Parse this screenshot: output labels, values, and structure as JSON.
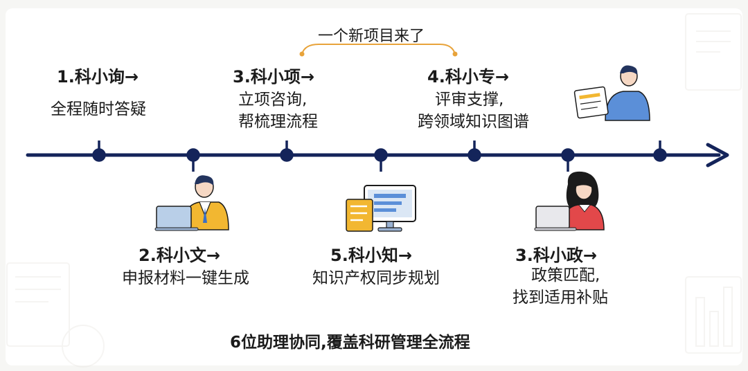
{
  "headline": "一个新项目来了",
  "footer": "6位助理协同,覆盖科研管理全流程",
  "assistants": [
    {
      "title": "1.科小询→",
      "desc": [
        "全程随时答疑"
      ]
    },
    {
      "title": "2.科小文→",
      "desc": [
        "申报材料一键生成"
      ]
    },
    {
      "title": "3.科小项→",
      "desc": [
        "立项咨询,",
        "帮梳理流程"
      ]
    },
    {
      "title": "5.科小知→",
      "desc": [
        "知识产权同步规划"
      ]
    },
    {
      "title": "4.科小专→",
      "desc": [
        "评审支撑,",
        "跨领域知识图谱"
      ]
    },
    {
      "title": "3.科小政→",
      "desc": [
        "政策匹配,",
        "找到适用补贴"
      ]
    }
  ],
  "icons": [
    "person-laptop-icon",
    "computer-documents-icon",
    "person-document-icon",
    "woman-laptop-icon"
  ],
  "colors": {
    "line": "#14245a",
    "accent": "#e8a33a",
    "shirt_blue": "#5b8fd8",
    "shirt_yellow": "#f2b731",
    "shirt_red": "#e2484a"
  }
}
